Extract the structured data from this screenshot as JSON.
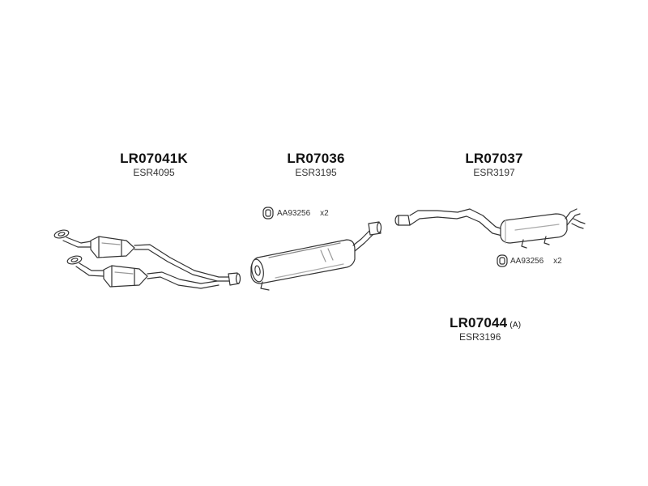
{
  "parts": [
    {
      "id": "front",
      "part_no": "LR07041K",
      "oe_no": "ESR4095",
      "note": ""
    },
    {
      "id": "middle",
      "part_no": "LR07036",
      "oe_no": "ESR3195",
      "note": ""
    },
    {
      "id": "rear",
      "part_no": "LR07037",
      "oe_no": "ESR3197",
      "note": ""
    },
    {
      "id": "kit",
      "part_no": "LR07044",
      "oe_no": "ESR3196",
      "note": "(A)"
    }
  ],
  "clamps": [
    {
      "code": "AA93256",
      "qty": "x2"
    },
    {
      "code": "AA93256",
      "qty": "x2"
    }
  ],
  "colors": {
    "line": "#333333",
    "fill": "#ffffff",
    "shade": "#d9d9d9"
  }
}
